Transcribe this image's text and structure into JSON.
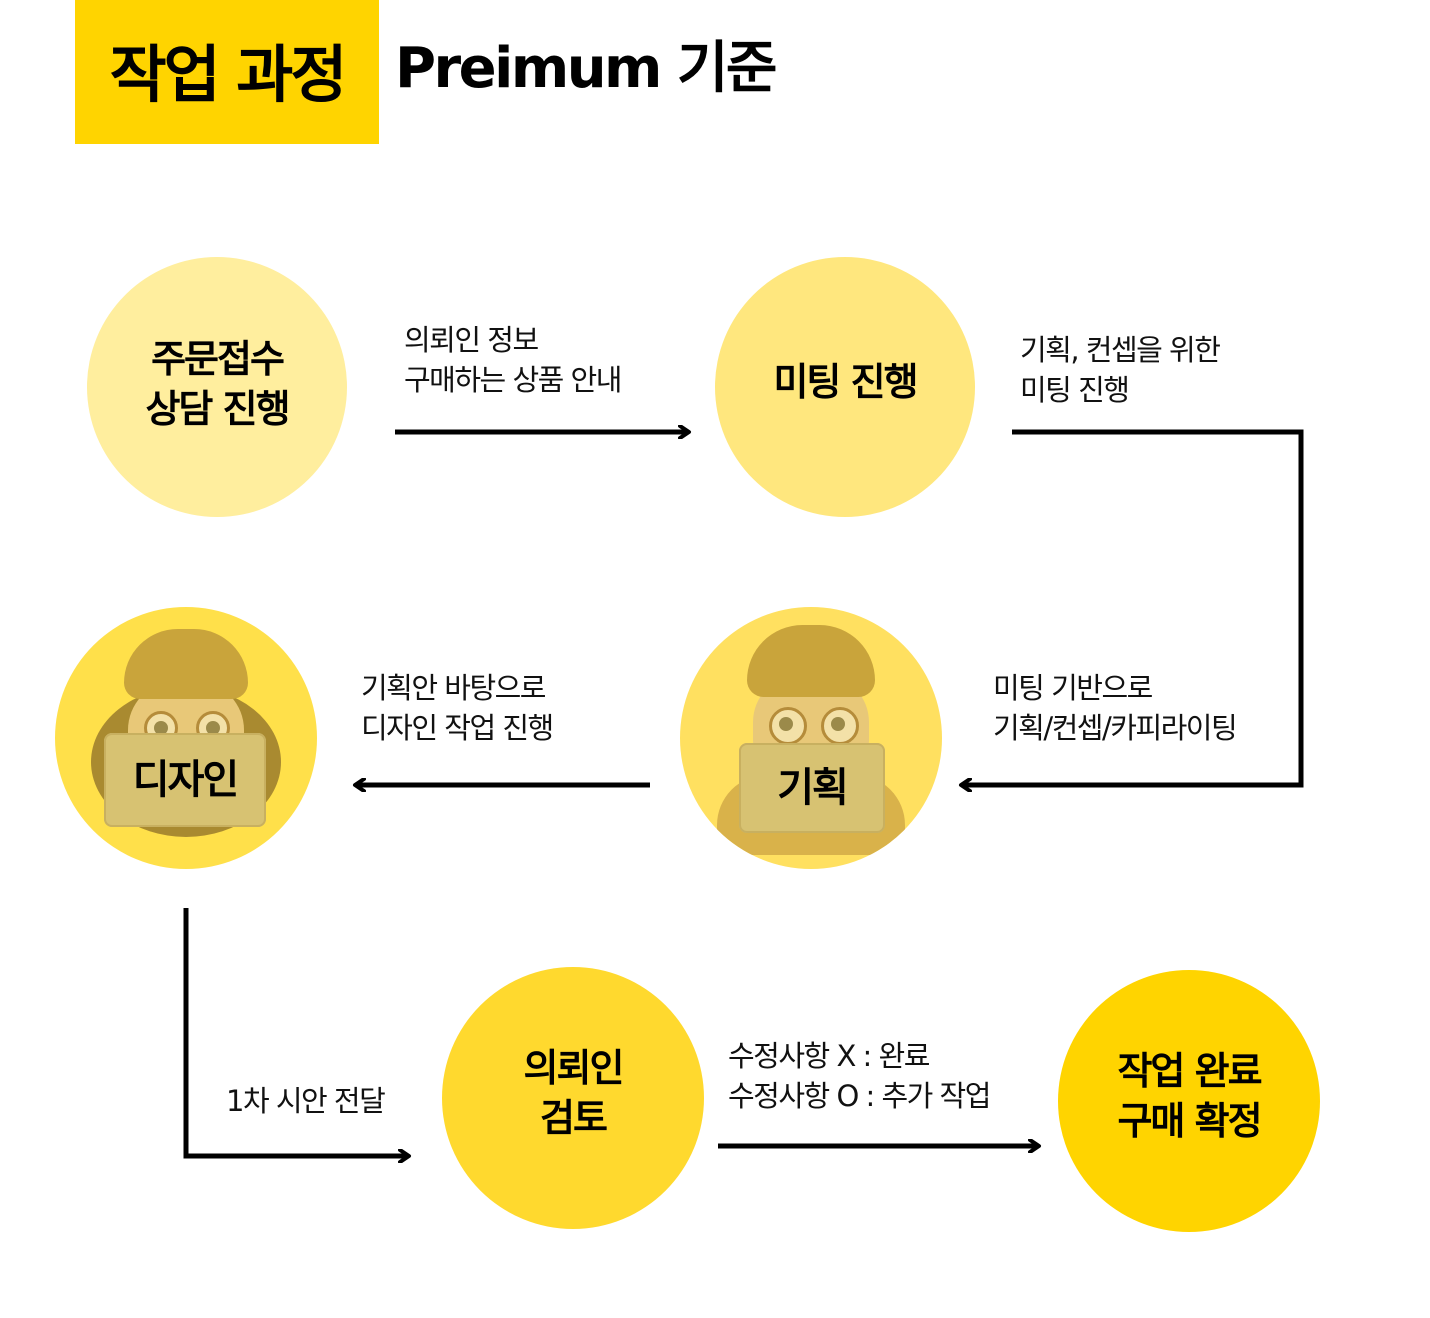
{
  "header": {
    "title": "작업 과정",
    "subtitle": "Preimum 기준",
    "title_bg_color": "#FFD400"
  },
  "nodes": [
    {
      "id": "order",
      "label": "주문접수\n상담 진행",
      "color": "#FFEE9E"
    },
    {
      "id": "meeting",
      "label": "미팅 진행",
      "color": "#FFE77E"
    },
    {
      "id": "planning",
      "label": "기획",
      "color": "#FFE060",
      "icon": "memoji-planner-avatar"
    },
    {
      "id": "design",
      "label": "디자인",
      "color": "#FFE04A",
      "icon": "memoji-designer-avatar"
    },
    {
      "id": "review",
      "label": "의뢰인\n검토",
      "color": "#FFD92E"
    },
    {
      "id": "complete",
      "label": "작업 완료\n구매 확정",
      "color": "#FFD400"
    }
  ],
  "edges": [
    {
      "from": "order",
      "to": "meeting",
      "caption": "의뢰인 정보\n구매하는 상품 안내",
      "direction": "right"
    },
    {
      "from": "meeting",
      "to": "planning",
      "caption": "기획, 컨셉을 위한\n미팅 진행",
      "direction": "down-left"
    },
    {
      "from": "meeting",
      "to": "planning",
      "caption": "미팅 기반으로\n기획/컨셉/카피라이팅",
      "direction": "left"
    },
    {
      "from": "planning",
      "to": "design",
      "caption": "기획안 바탕으로\n디자인 작업 진행",
      "direction": "left"
    },
    {
      "from": "design",
      "to": "review",
      "caption": "1차 시안 전달",
      "direction": "down-right"
    },
    {
      "from": "review",
      "to": "complete",
      "caption": "수정사항 X : 완료\n수정사항 O : 추가 작업",
      "direction": "right"
    }
  ],
  "colors": {
    "arrow": "#000000",
    "text": "#111111"
  }
}
